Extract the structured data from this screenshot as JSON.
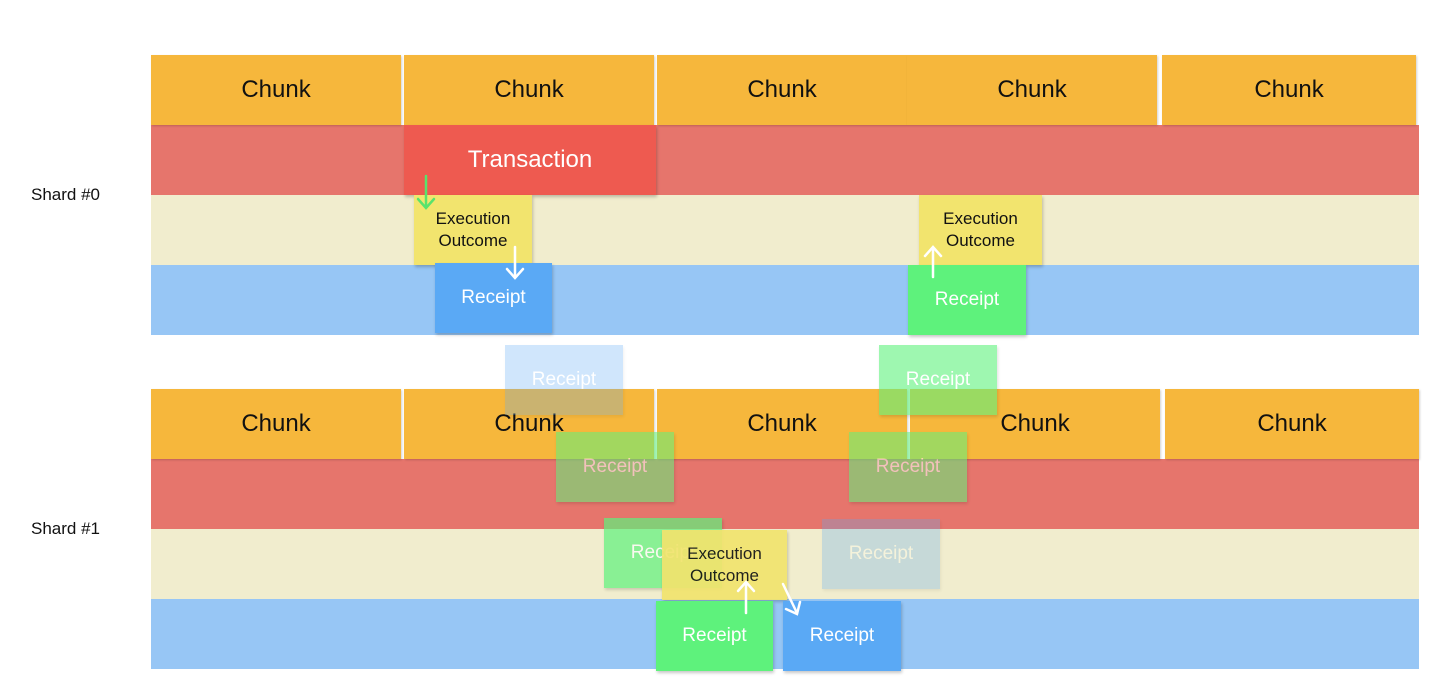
{
  "shards": [
    {
      "label": "Shard #0",
      "chunks": [
        "Chunk",
        "Chunk",
        "Chunk",
        "Chunk",
        "Chunk"
      ]
    },
    {
      "label": "Shard #1",
      "chunks": [
        "Chunk",
        "Chunk",
        "Chunk",
        "Chunk",
        "Chunk"
      ]
    }
  ],
  "nodes": {
    "transaction": "Transaction",
    "exec_outcome_1": [
      "Execution",
      "Outcome"
    ],
    "exec_outcome_2": [
      "Execution",
      "Outcome"
    ],
    "exec_outcome_3": [
      "Execution",
      "Outcome"
    ],
    "receipt_s0_blue": "Receipt",
    "receipt_s0_green": "Receipt",
    "receipt_transit_blue_1": "Receipt",
    "receipt_transit_green_1": "Receipt",
    "receipt_transit_blue_2": "Receipt",
    "receipt_transit_green_2": "Receipt",
    "receipt_transit_green_3": "Receipt",
    "receipt_transit_blue_3": "Receipt",
    "receipt_s1_green": "Receipt",
    "receipt_s1_blue": "Receipt"
  },
  "colors": {
    "chunk": "#f6b73c",
    "transaction_lane": "#e6756c",
    "outcome_lane": "#f1edce",
    "receipt_lane": "#97c6f5",
    "transaction": "#ee5a50",
    "execution_outcome": "#f2e46e",
    "receipt_outgoing": "#5aa9f5",
    "receipt_incoming": "#5ef27c"
  }
}
